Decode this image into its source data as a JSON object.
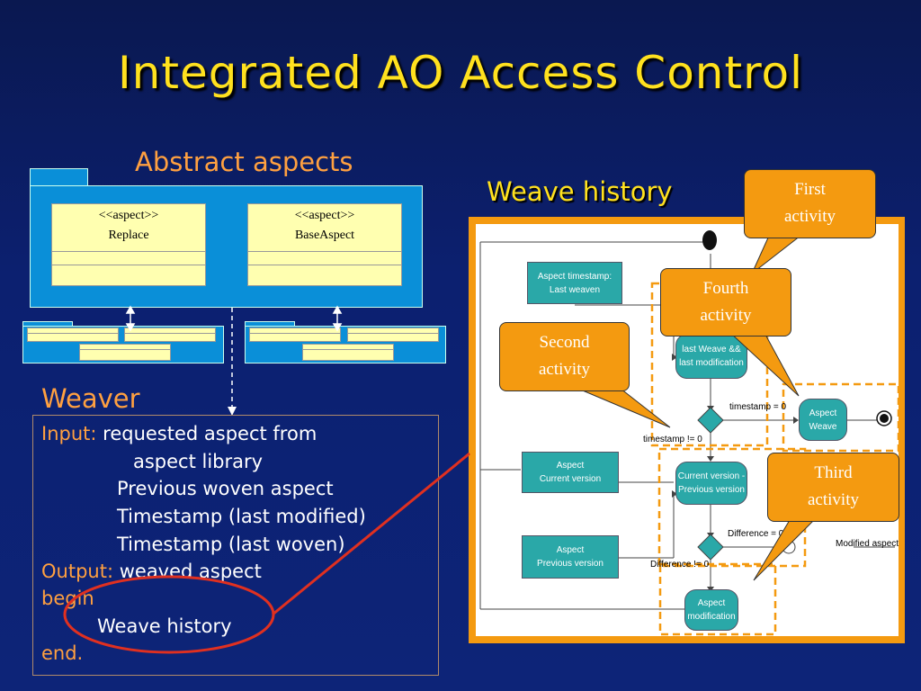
{
  "slide": {
    "title": "Integrated AO Access Control",
    "abstract_label": "Abstract aspects",
    "weave_history_label": "Weave history",
    "weaver_label": "Weaver"
  },
  "classes": [
    {
      "stereotype": "<<aspect>>",
      "name": "Replace"
    },
    {
      "stereotype": "<<aspect>>",
      "name": "BaseAspect"
    }
  ],
  "weaver": {
    "input_kw": "Input:",
    "input_text": "requested aspect from",
    "input_cont": "aspect library",
    "line2": "Previous woven aspect",
    "line3": "Timestamp (last modified)",
    "line4": "Timestamp (last woven)",
    "output_kw": "Output:",
    "output_text": "weaved aspect",
    "begin": "begin",
    "body": "Weave history",
    "end": "end."
  },
  "diagram": {
    "nodes": {
      "ts_line1": "Aspect timestamp:",
      "ts_line2": "Last weaven",
      "lw_line1": "last Weave &&",
      "lw_line2": "last modification",
      "aw_line1": "Aspect",
      "aw_line2": "Weave",
      "ac_line1": "Aspect",
      "ac_line2": "Current version",
      "cv_line1": "Current version -",
      "cv_line2": "Previous version",
      "ap_line1": "Aspect",
      "ap_line2": "Previous version",
      "am_line1": "Aspect",
      "am_line2": "modification"
    },
    "guards": {
      "timestamp_eq": "timestamp = 0",
      "timestamp_neq": "timestamp != 0",
      "difference_eq": "Difference = 0",
      "difference_neq": "Difference != 0",
      "modified_aspect": "Modified aspect"
    }
  },
  "callouts": {
    "first": [
      "First",
      "activity"
    ],
    "second": [
      "Second",
      "activity"
    ],
    "third": [
      "Third",
      "activity"
    ],
    "fourth": [
      "Fourth",
      "activity"
    ]
  },
  "colors": {
    "background": "#0c2070",
    "title": "#ffe11e",
    "label_orange": "#ffa040",
    "package_blue": "#0a8fd8",
    "class_yellow": "#ffffb0",
    "callout_orange": "#f49a10",
    "node_teal": "#2aa8a8",
    "highlight_red": "#e03020"
  }
}
